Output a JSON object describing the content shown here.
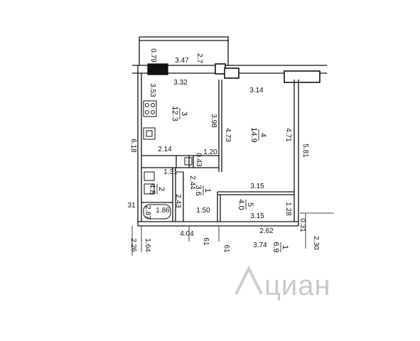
{
  "plan": {
    "dimensions": {
      "d_0_79": "0.79",
      "d_3_47": "3.47",
      "d_2_7": "2.7",
      "d_3_32": "3.32",
      "d_3_53": "3.53",
      "d_3_14": "3.14",
      "d_3_98": "3.98",
      "d_4_73": "4.73",
      "d_4_71": "4.71",
      "d_5_81": "5.81",
      "d_6_18": "6.18",
      "d_2_14": "2.14",
      "d_1_20": "1.20",
      "d_0_43": "0.43",
      "d_1_31": "1.31",
      "d_2_44": "2.44",
      "d_3_15a": "3.15",
      "d_2_43": "2.43",
      "d_31": "31",
      "d_2_87": "2.87",
      "d_1_86": "1.86",
      "d_1_50": "1.50",
      "d_1_28": "1.28",
      "d_3_15b": "3.15",
      "d_2_62": "2.62",
      "d_0_31": "0.31",
      "d_4_04": "4.04",
      "d_61": "61",
      "d_2_26": "2.26",
      "d_1_64": "1.64",
      "d_61b": "61",
      "d_3_74": "3.74",
      "d_2_30": "2.30"
    },
    "rooms": {
      "r3_num": "3",
      "r3_area": "12.3",
      "r4_num": "4",
      "r4_area": "14.9",
      "r2_num": "2",
      "r2_area": "4.8",
      "r1_num": "1",
      "r1_area": "3.6",
      "r5_num": "5",
      "r5_area": "4.0",
      "r_outer_num": "1",
      "r_outer_area": "6.9"
    },
    "watermark": "циан"
  }
}
